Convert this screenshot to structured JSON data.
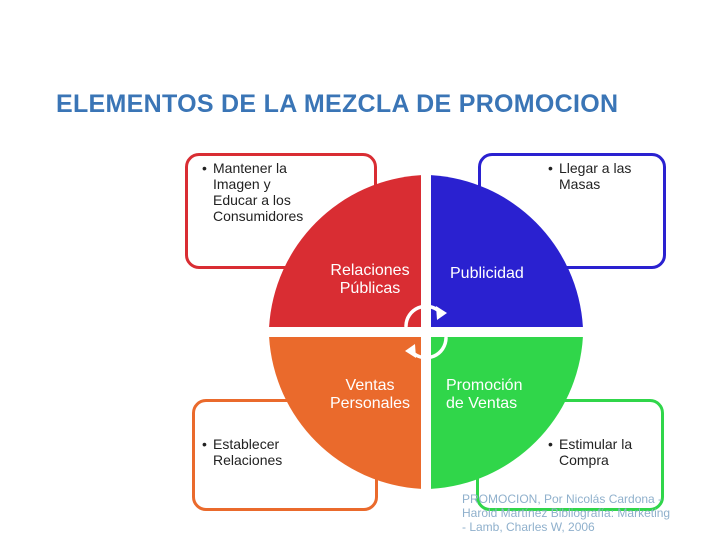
{
  "title": "ELEMENTOS DE LA MEZCLA DE PROMOCION",
  "quadrants": {
    "relaciones_publicas": {
      "label": "Relaciones\nPúblicas",
      "color": "#d92d33"
    },
    "publicidad": {
      "label": "Publicidad",
      "color": "#2a21d0"
    },
    "ventas_personales": {
      "label": "Ventas\nPersonales",
      "color": "#ea6a2c"
    },
    "promocion_ventas": {
      "label": "Promoción\nde Ventas",
      "color": "#30d64a"
    }
  },
  "bullets": {
    "top_left": "Mantener la\nImagen y\nEducar a los\nConsumidores",
    "top_right": "Llegar a las\nMasas",
    "bottom_left": "Establecer\nRelaciones",
    "bottom_right": "Estimular la\nCompra"
  },
  "bullet_char": "•",
  "credit": "PROMOCION, Por Nicolás Cardona - Harold Martínez          Bibliografía: Marketing - Lamb, Charles W, 2006"
}
